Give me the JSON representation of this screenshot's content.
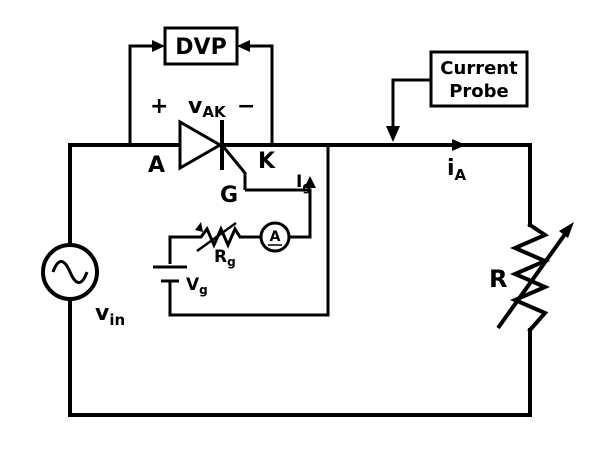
{
  "dvp": {
    "label": "DVP"
  },
  "current_probe": {
    "line1": "Current",
    "line2": "Probe"
  },
  "vak": {
    "plus": "+",
    "minus": "−",
    "main": "v",
    "sub": "AK"
  },
  "thyristor": {
    "anode": "A",
    "cathode": "K",
    "gate": "G"
  },
  "gate_current": {
    "main": "I",
    "sub": "g"
  },
  "gate_resistor": {
    "main": "R",
    "sub": "g"
  },
  "gate_source": {
    "main": "V",
    "sub": "g"
  },
  "ammeter": {
    "label": "A"
  },
  "anode_current": {
    "main": "i",
    "sub": "A"
  },
  "load": {
    "label": "R"
  },
  "source": {
    "main": "v",
    "sub": "in"
  }
}
